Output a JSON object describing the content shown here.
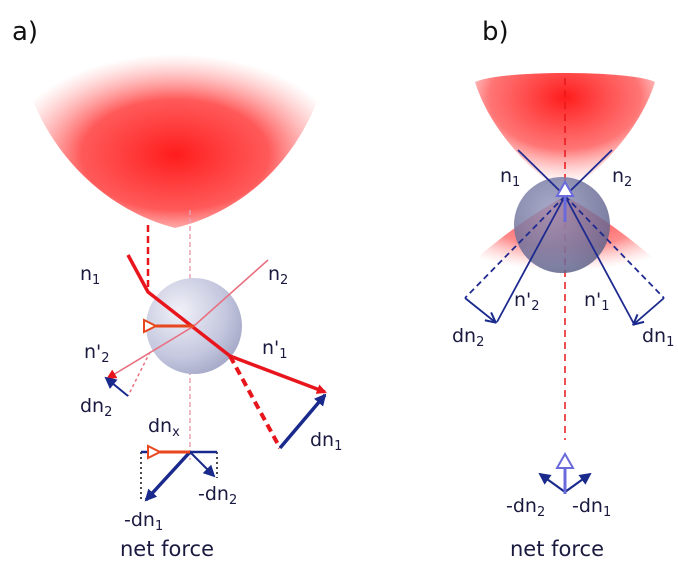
{
  "panels": {
    "a": {
      "label": "a)",
      "ray_in_1": "n",
      "ray_in_1_sub": "1",
      "ray_in_2": "n",
      "ray_in_2_sub": "2",
      "ray_out_2": "n'",
      "ray_out_2_sub": "2",
      "ray_out_1": "n'",
      "ray_out_1_sub": "1",
      "dn2": "dn",
      "dn2_sub": "2",
      "dn1": "dn",
      "dn1_sub": "1",
      "dnx": "dn",
      "dnx_sub": "x",
      "neg_dn2": "-dn",
      "neg_dn2_sub": "2",
      "neg_dn1": "-dn",
      "neg_dn1_sub": "1",
      "caption": "net force"
    },
    "b": {
      "label": "b)",
      "ray_in_1": "n",
      "ray_in_1_sub": "1",
      "ray_in_2": "n",
      "ray_in_2_sub": "2",
      "ray_out_2": "n'",
      "ray_out_2_sub": "2",
      "ray_out_1": "n'",
      "ray_out_1_sub": "1",
      "dn2": "dn",
      "dn2_sub": "2",
      "dn1": "dn",
      "dn1_sub": "1",
      "neg_dn2": "-dn",
      "neg_dn2_sub": "2",
      "neg_dn1": "-dn",
      "neg_dn1_sub": "1",
      "caption": "net force"
    }
  },
  "colors": {
    "beam": "#ff1a1a",
    "ray_a": "#e8161c",
    "ray_b": "#1e2a90",
    "vector": "#1a2a8c",
    "force_a": "#e8461c",
    "force_b": "#6a6adc",
    "bead": "#b8bcd8"
  }
}
